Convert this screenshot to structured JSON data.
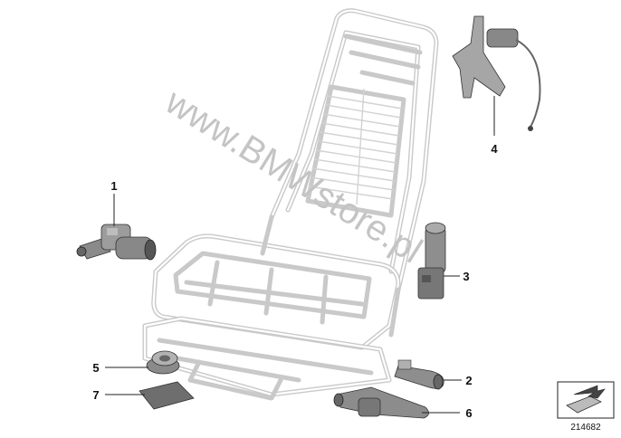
{
  "diagram": {
    "watermark": "www.BMWstore.pl",
    "reference_number": "214682",
    "callouts": [
      {
        "id": "1",
        "label": "1"
      },
      {
        "id": "2",
        "label": "2"
      },
      {
        "id": "3",
        "label": "3"
      },
      {
        "id": "4",
        "label": "4"
      },
      {
        "id": "5",
        "label": "5"
      },
      {
        "id": "6",
        "label": "6"
      },
      {
        "id": "7",
        "label": "7"
      }
    ],
    "icons": {
      "reference_box": "arrow-right-icon"
    }
  }
}
